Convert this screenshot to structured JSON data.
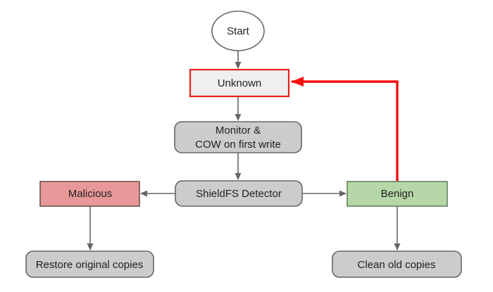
{
  "diagram": {
    "nodes": {
      "start": {
        "label": "Start",
        "shape": "ellipse",
        "fill": "#ffffff",
        "border": "#666666"
      },
      "unknown": {
        "label": "Unknown",
        "shape": "rectangle",
        "fill": "#efefef",
        "border": "#e8201f"
      },
      "monitor": {
        "label_line1": "Monitor &",
        "label_line2": "COW on first write",
        "shape": "rounded-rectangle",
        "fill": "#cccccc",
        "border": "#666666"
      },
      "detector": {
        "label": "ShieldFS Detector",
        "shape": "rounded-rectangle",
        "fill": "#cccccc",
        "border": "#666666"
      },
      "malicious": {
        "label": "Malicious",
        "shape": "rectangle",
        "fill": "#e99899",
        "border": "#6e5050"
      },
      "benign": {
        "label": "Benign",
        "shape": "rectangle",
        "fill": "#b6d7a8",
        "border": "#63805f"
      },
      "restore": {
        "label": "Restore original copies",
        "shape": "rounded-rectangle",
        "fill": "#cccccc",
        "border": "#666666"
      },
      "clean": {
        "label": "Clean old copies",
        "shape": "rounded-rectangle",
        "fill": "#cccccc",
        "border": "#666666"
      }
    },
    "edges": [
      {
        "from": "start",
        "to": "unknown",
        "style": "normal"
      },
      {
        "from": "unknown",
        "to": "monitor",
        "style": "normal"
      },
      {
        "from": "monitor",
        "to": "detector",
        "style": "normal"
      },
      {
        "from": "detector",
        "to": "malicious",
        "style": "normal"
      },
      {
        "from": "detector",
        "to": "benign",
        "style": "normal"
      },
      {
        "from": "malicious",
        "to": "restore",
        "style": "normal"
      },
      {
        "from": "benign",
        "to": "clean",
        "style": "normal"
      },
      {
        "from": "benign",
        "to": "unknown",
        "style": "feedback"
      }
    ],
    "colors": {
      "edge": "#666666",
      "feedback": "#f51111",
      "text": "#212121",
      "background": "#ffffff"
    }
  }
}
